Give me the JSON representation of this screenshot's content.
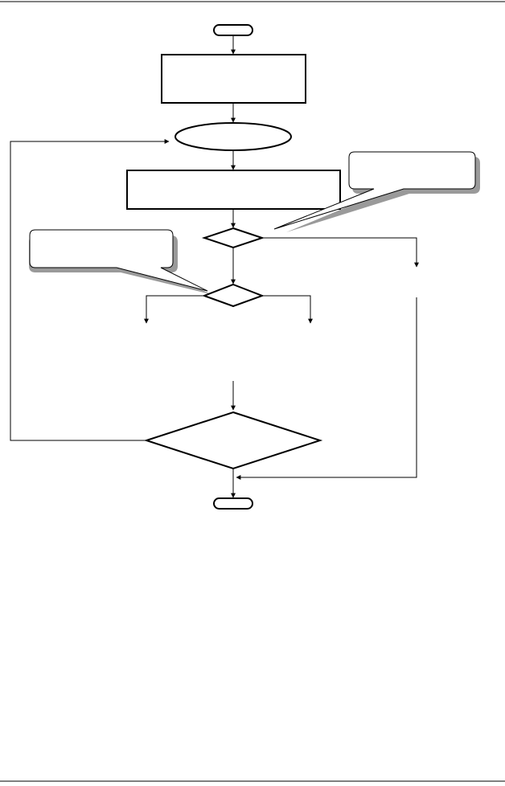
{
  "diagram": {
    "kind": "flowchart",
    "colors": {
      "stroke": "#000000",
      "fill": "#ffffff",
      "shadow": "#9a9a9a"
    },
    "nodes": [
      {
        "id": "start",
        "shape": "terminator",
        "text": ""
      },
      {
        "id": "process-1",
        "shape": "process",
        "text": ""
      },
      {
        "id": "loop-start",
        "shape": "ellipse",
        "text": ""
      },
      {
        "id": "process-2",
        "shape": "process",
        "text": ""
      },
      {
        "id": "decision-1",
        "shape": "decision",
        "text": ""
      },
      {
        "id": "decision-2",
        "shape": "decision",
        "text": ""
      },
      {
        "id": "decision-3",
        "shape": "decision",
        "text": ""
      },
      {
        "id": "end",
        "shape": "terminator",
        "text": ""
      }
    ],
    "callouts": [
      {
        "id": "callout-right",
        "points_to": "decision-1",
        "text": ""
      },
      {
        "id": "callout-left",
        "points_to": "decision-2",
        "text": ""
      }
    ],
    "edges": [
      {
        "from": "start",
        "to": "process-1"
      },
      {
        "from": "process-1",
        "to": "loop-start"
      },
      {
        "from": "loop-start",
        "to": "process-2"
      },
      {
        "from": "process-2",
        "to": "decision-1"
      },
      {
        "from": "decision-1",
        "to": "decision-2"
      },
      {
        "from": "decision-1",
        "to": "right-branch"
      },
      {
        "from": "decision-2",
        "to": "left-branch"
      },
      {
        "from": "decision-2",
        "to": "middle-branch"
      },
      {
        "from": "merge",
        "to": "decision-3"
      },
      {
        "from": "decision-3",
        "to": "loop-start"
      },
      {
        "from": "right-branch",
        "to": "end"
      },
      {
        "from": "decision-3",
        "to": "end"
      }
    ]
  }
}
